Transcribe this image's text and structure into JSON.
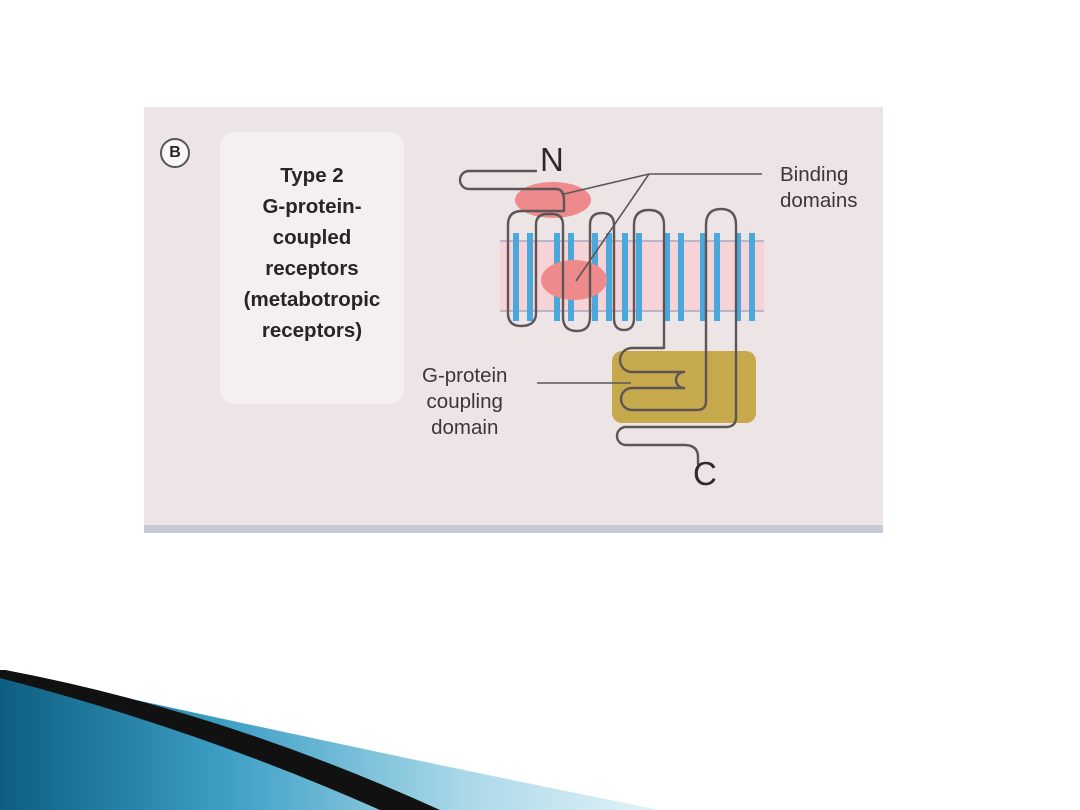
{
  "panel": {
    "badge": "B",
    "title_lines": [
      "Type 2",
      "G-protein-",
      "coupled",
      "receptors",
      "(metabotropic",
      "receptors)"
    ]
  },
  "labels": {
    "n_terminus": "N",
    "c_terminus": "C",
    "binding": [
      "Binding",
      "domains"
    ],
    "coupling": [
      "G-protein",
      "coupling",
      "domain"
    ]
  },
  "colors": {
    "background": "#ede5e5",
    "membrane": "#f6d3d6",
    "helix": "#4aa8dc",
    "binding_domain": "#ee8a8c",
    "coupling_domain": "#c6a94c",
    "chain": "#5e5656"
  }
}
